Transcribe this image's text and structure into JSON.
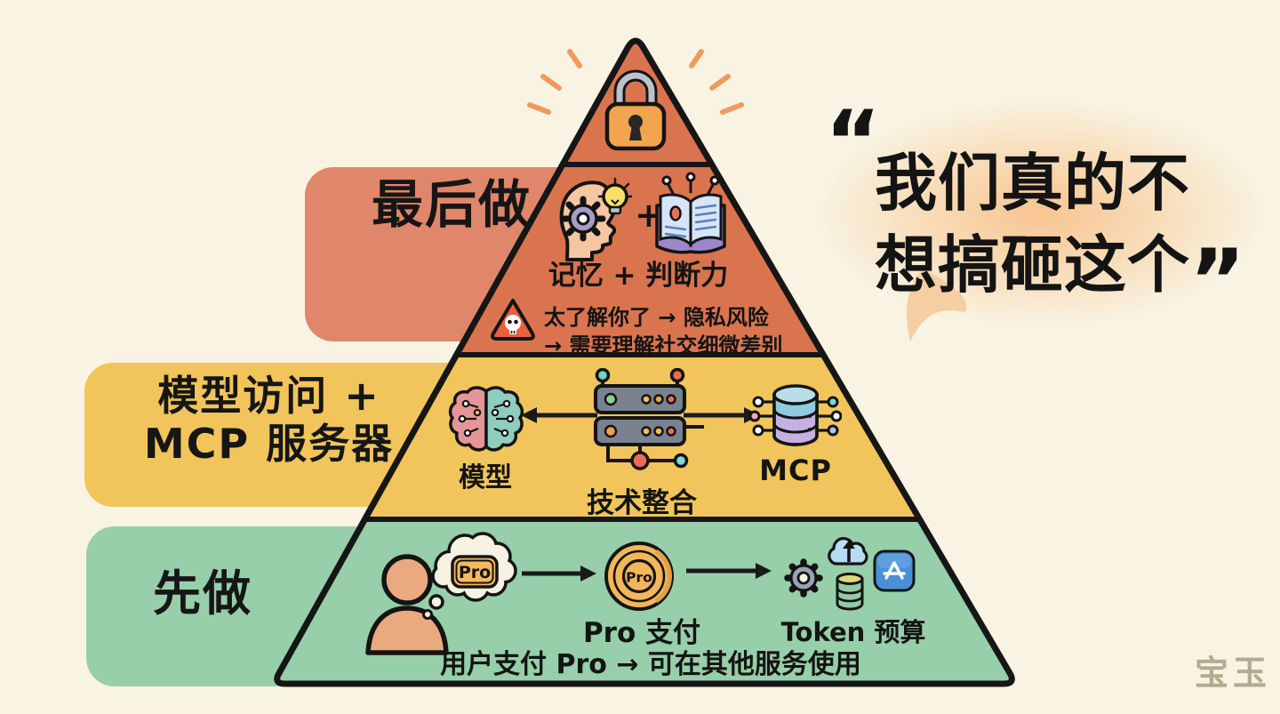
{
  "quote": {
    "open": "“",
    "line1": "我们真的不",
    "line2": "想搞砸这个",
    "close": "”"
  },
  "watermark": "宝玉",
  "side_labels": {
    "last": "最后做",
    "middle_line1": "模型访问 +",
    "middle_line2": "MCP 服务器",
    "first": "先做"
  },
  "pyramid": {
    "memory": {
      "plus": "+",
      "label": "记忆 + 判断力",
      "warning_line1": "太了解你了 → 隐私风险",
      "warning_line2": "→ 需要理解社交细微差别"
    },
    "integration": {
      "model_label": "模型",
      "center_label": "技术整合",
      "mcp_label": "MCP"
    },
    "payment": {
      "bubble_badge": "Pro",
      "coin_text": "Pro",
      "coin_caption": "Pro 支付",
      "token_caption": "Token 预算",
      "note": "用户支付 Pro → 可在其他服务使用"
    }
  },
  "colors": {
    "background": "#f8f3e3",
    "pyramid_orange": "#da744f",
    "label_orange": "#e0876b",
    "yellow": "#f1c55b",
    "green": "#96cfa9",
    "outline": "#161616",
    "ray_orange": "#f09a5e",
    "lock_body": "#f2a44e",
    "glow": "#f7b87a",
    "watermark_gray": "#b5a98f"
  },
  "icons": {
    "lock-icon": "padlock",
    "head-idea-icon": "head with gear and lightbulb",
    "book-icon": "open book with antennas",
    "skull-warning-icon": "warning triangle with skull",
    "brain-icon": "half pink half teal circuit brain",
    "server-icon": "server rack with circuit nodes",
    "database-icon": "database cylinder with circuit nodes",
    "person-icon": "person silhouette",
    "thought-bubble-icon": "thought cloud with Pro badge",
    "pro-coin-icon": "gold coin labeled Pro",
    "gear-icon": "gear",
    "cloud-upload-icon": "cloud with up arrow",
    "token-stack-icon": "coin stack cylinder",
    "app-store-icon": "blue app store tile",
    "arrow-icon": "black right/left arrows"
  }
}
